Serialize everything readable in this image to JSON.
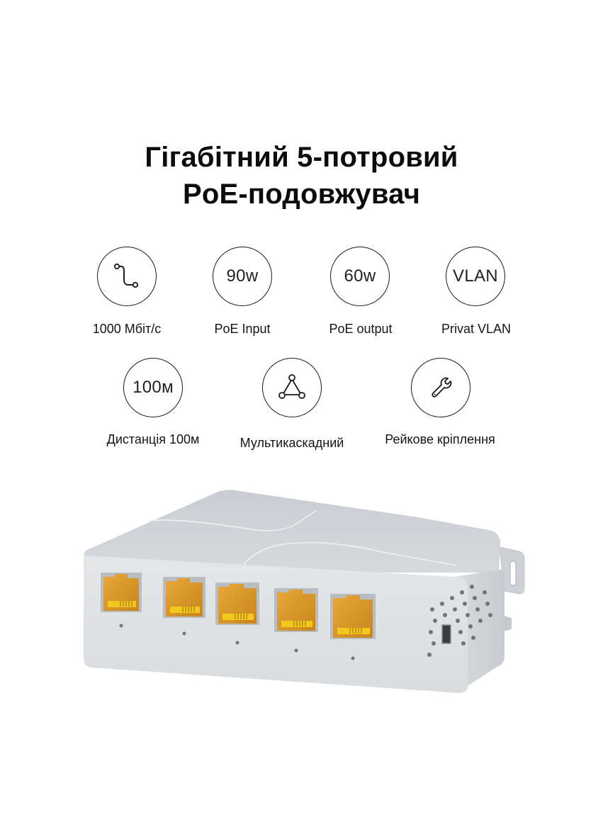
{
  "header": {
    "title_line1": "Гігабітний 5-потровий",
    "title_line2": "PoE-подовжувач"
  },
  "features": [
    {
      "id": "speed",
      "icon": "network-link-icon",
      "icon_text": "",
      "label": "1000 Мбіт/с"
    },
    {
      "id": "poe-input",
      "icon": "text-badge",
      "icon_text": "90w",
      "label": "PoE Input"
    },
    {
      "id": "poe-output",
      "icon": "text-badge",
      "icon_text": "60w",
      "label": "PoE output"
    },
    {
      "id": "vlan",
      "icon": "text-badge",
      "icon_text": "VLAN",
      "label": "Privat VLAN"
    },
    {
      "id": "distance",
      "icon": "text-badge",
      "icon_text": "100м",
      "label": "Дистанція 100м"
    },
    {
      "id": "cascade",
      "icon": "triangle-nodes-icon",
      "icon_text": "",
      "label": "Мультикаскадний"
    },
    {
      "id": "rail-mount",
      "icon": "wrench-icon",
      "icon_text": "",
      "label": "Рейкове кріплення"
    }
  ],
  "product": {
    "image": "poe-extender-5-port-device",
    "port_count": 5,
    "colors": {
      "housing": "#d9dcdf",
      "housing_top": "#cfd3d7",
      "port_gold": "#e0a12a",
      "pins": "#f2c81e"
    }
  }
}
